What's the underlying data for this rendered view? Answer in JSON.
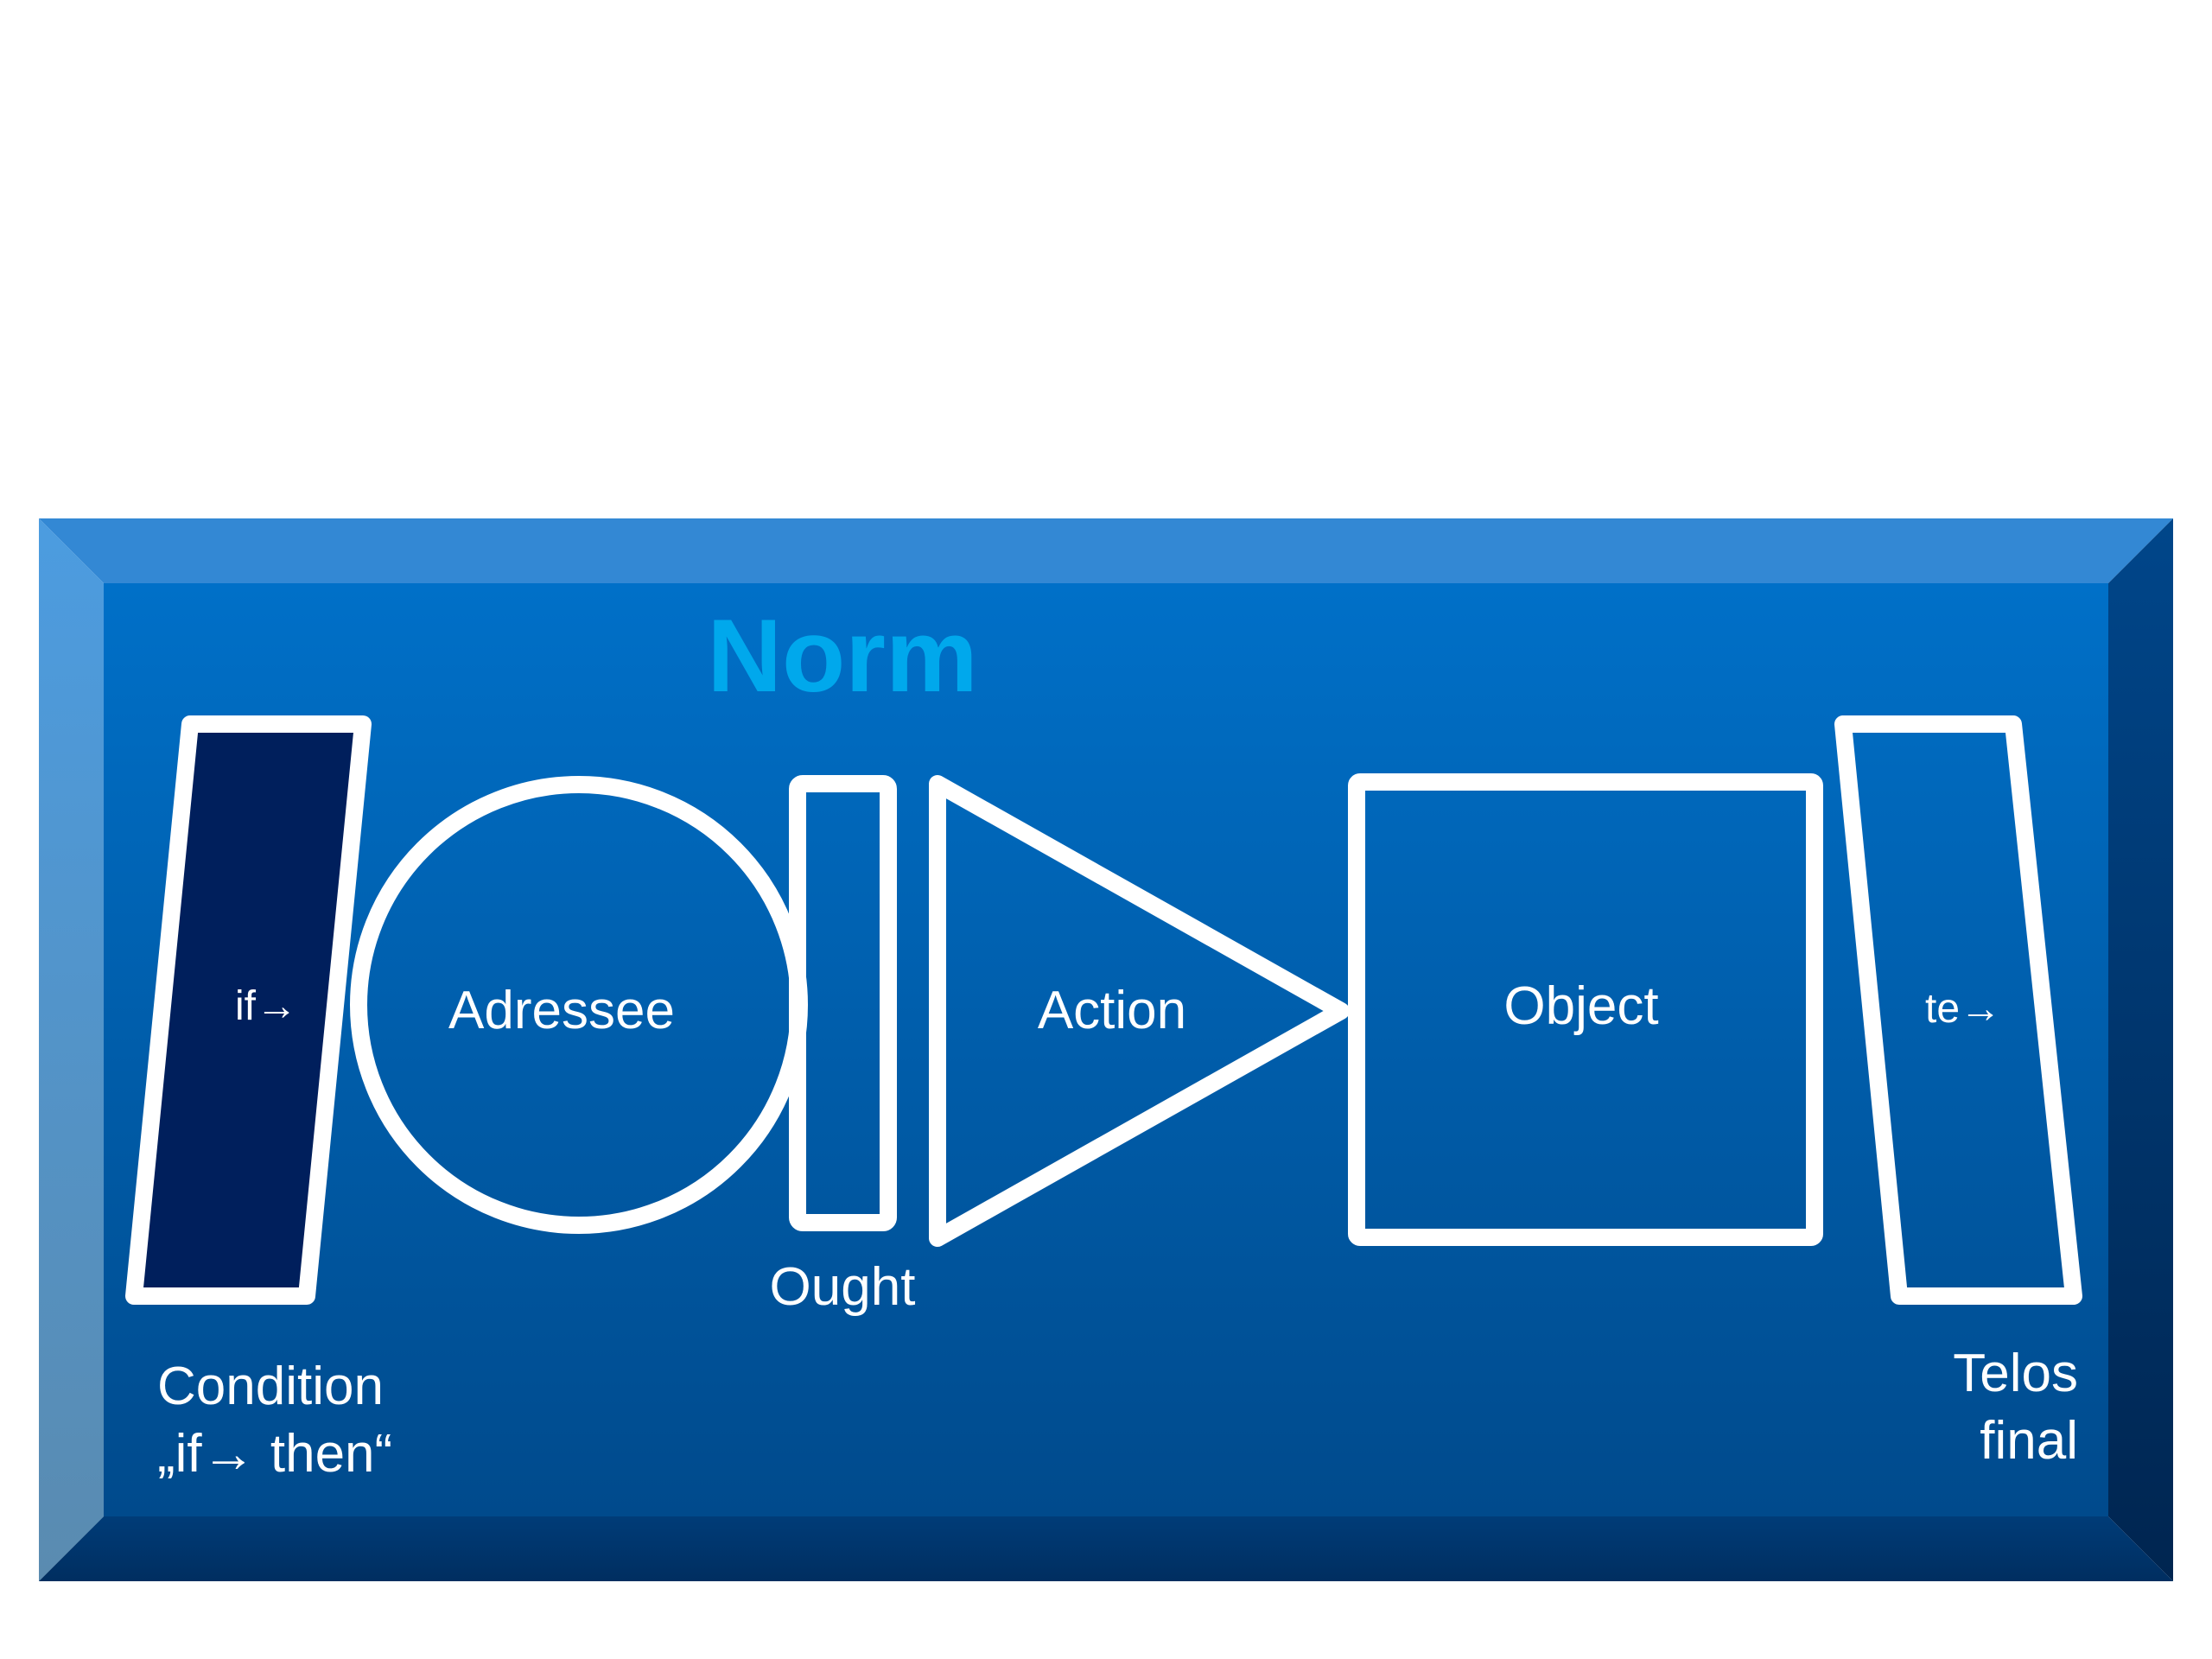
{
  "title": "Norm",
  "colors": {
    "title": "#00A8EC",
    "panel_top": "#0070C8",
    "panel_bottom": "#003C78",
    "condition_fill": "#001F5C",
    "outline": "#FFFFFF"
  },
  "elements": {
    "condition": {
      "inner_label": "if→",
      "caption_line1": "Condition",
      "caption_line2": "„if→ then“"
    },
    "adressee": {
      "label": "Adressee"
    },
    "ought": {
      "caption": "Ought"
    },
    "action": {
      "label": "Action"
    },
    "object": {
      "label": "Object"
    },
    "telos": {
      "inner_label": "te→",
      "caption_line1": "Telos",
      "caption_line2": "final"
    }
  }
}
